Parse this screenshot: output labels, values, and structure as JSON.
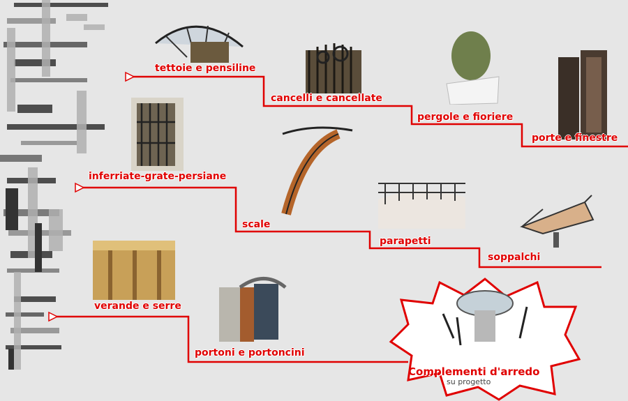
{
  "menu": [
    {
      "id": "tettoie",
      "label": "tettoie e pensiline"
    },
    {
      "id": "cancelli",
      "label": "cancelli e cancellate"
    },
    {
      "id": "pergole",
      "label": "pergole e fioriere"
    },
    {
      "id": "porte",
      "label": "porte e finestre"
    },
    {
      "id": "inferriate",
      "label": "inferriate-grate-persiane"
    },
    {
      "id": "scale",
      "label": "scale"
    },
    {
      "id": "parapetti",
      "label": "parapetti"
    },
    {
      "id": "soppalchi",
      "label": "soppalchi"
    },
    {
      "id": "verande",
      "label": "verande e serre"
    },
    {
      "id": "portoni",
      "label": "portoni e portoncini"
    }
  ],
  "featured": {
    "title": "Complementi d'arredo",
    "subtitle": "su progetto"
  },
  "colors": {
    "accent": "#e00000",
    "background": "#e6e6e6"
  }
}
